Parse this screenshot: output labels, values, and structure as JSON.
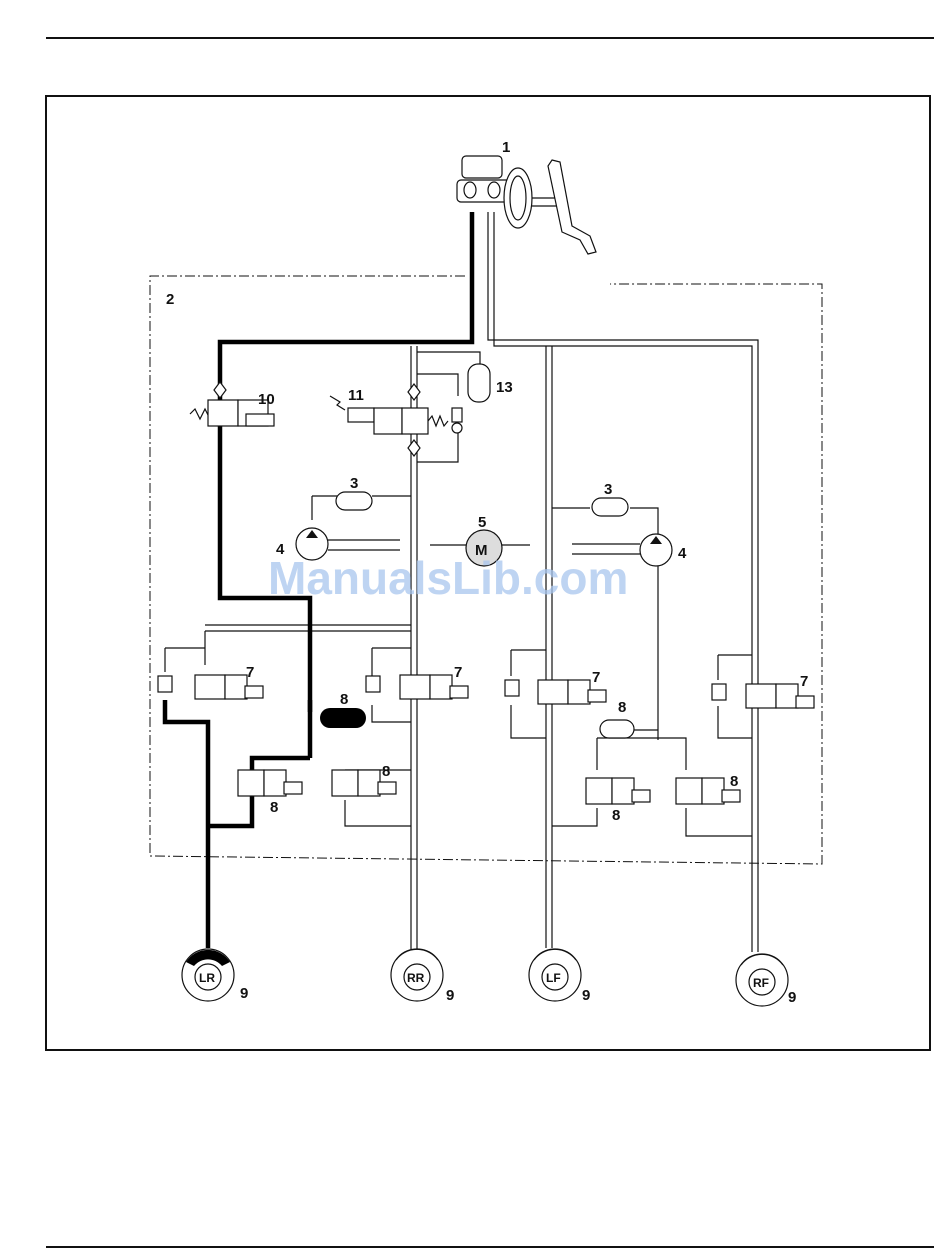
{
  "callouts": {
    "master_cylinder": "1",
    "hydraulic_unit": "2",
    "accumulator_left": "3",
    "accumulator_right": "3",
    "pump_left": "4",
    "pump_right": "4",
    "motor_number": "5",
    "motor_symbol": "M",
    "valve7_a": "7",
    "valve7_b": "7",
    "valve7_c": "7",
    "valve7_d": "7",
    "reservoir8_left": "8",
    "reservoir8_right": "8",
    "valve8_a": "8",
    "valve8_b": "8",
    "valve8_c": "8",
    "valve8_d": "8",
    "wheel9_a": "9",
    "wheel9_b": "9",
    "wheel9_c": "9",
    "wheel9_d": "9",
    "valve10": "10",
    "valve11": "11",
    "damper13": "13"
  },
  "wheels": {
    "lr": "LR",
    "rr": "RR",
    "lf": "LF",
    "rf": "RF"
  },
  "watermark": "ManualsLib.com"
}
